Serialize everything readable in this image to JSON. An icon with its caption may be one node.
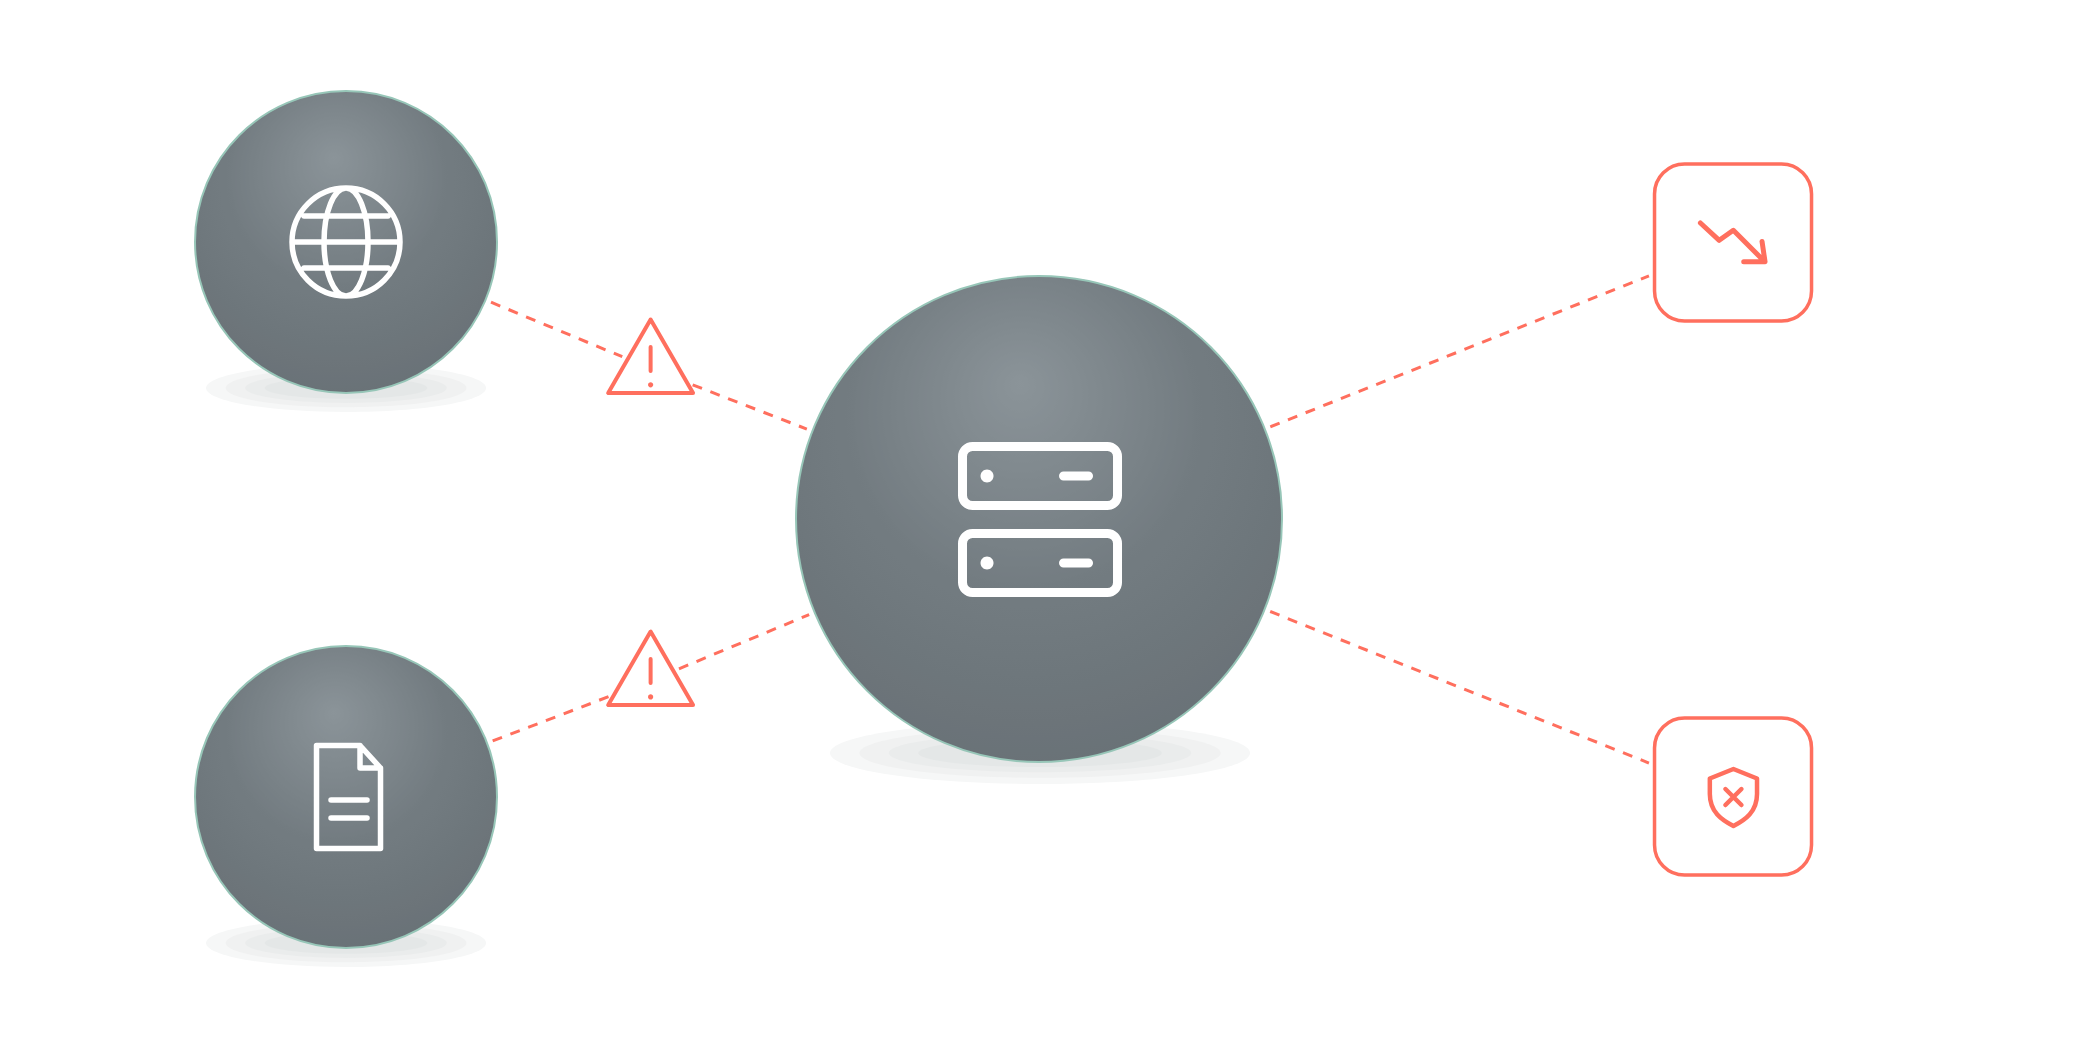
{
  "diagram": {
    "nodes": [
      {
        "text": [],
        "shape": "circle"
      },
      {
        "text": [],
        "shape": "triangle"
      },
      {
        "text": [],
        "shape": "circle"
      },
      {
        "text": [],
        "shape": "box"
      },
      {
        "text": [],
        "shape": "circle"
      },
      {
        "text": [],
        "shape": "triangle"
      },
      {
        "text": [],
        "shape": "box"
      }
    ],
    "edges": [
      {
        "from": 0,
        "to": 1,
        "arrow": "none",
        "style": "dashed"
      },
      {
        "from": 1,
        "to": 2,
        "arrow": "none",
        "style": "dashed"
      },
      {
        "from": 2,
        "to": 3,
        "arrow": "none",
        "style": "dashed"
      },
      {
        "from": 4,
        "to": 5,
        "arrow": "none",
        "style": "dashed"
      },
      {
        "from": 5,
        "to": 2,
        "arrow": "none",
        "style": "dashed"
      },
      {
        "from": 2,
        "to": 6,
        "arrow": "none",
        "style": "dashed"
      }
    ]
  }
}
